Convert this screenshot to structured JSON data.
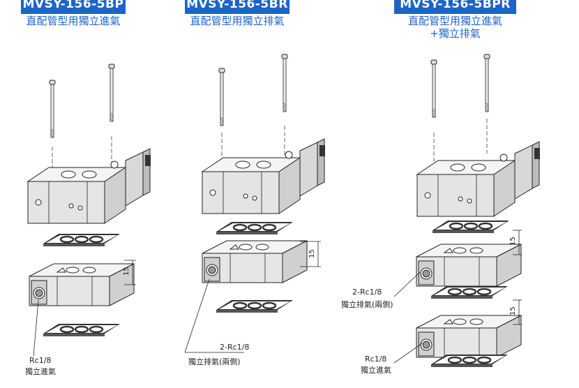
{
  "panels": [
    {
      "model": "MVSY-156-5BP",
      "subtitle_lines": [
        "直配管型用獨立進氣"
      ],
      "dimension": "15",
      "callouts": [
        {
          "code": "Rc1/8",
          "label": "獨立進氣"
        }
      ]
    },
    {
      "model": "MVSY-156-5BR",
      "subtitle_lines": [
        "直配管型用獨立排氣"
      ],
      "dimension": "15",
      "callouts": [
        {
          "code": "2-Rc1/8",
          "label": "獨立排氣(兩側)"
        }
      ]
    },
    {
      "model": "MVSY-156-5BPR",
      "subtitle_lines": [
        "直配管型用獨立進氣",
        "+獨立排氣"
      ],
      "dimension": "15",
      "dimension_2": "15",
      "callouts": [
        {
          "code": "2-Rc1/8",
          "label": "獨立排氣(兩側)"
        },
        {
          "code": "Rc1/8",
          "label": "獨立進氣"
        }
      ]
    }
  ],
  "colors": {
    "badge": "#1e64c8",
    "subtitle": "#1e64c8",
    "line": "#222222",
    "face_top": "#f4f4f4",
    "face_front": "#e2e2e2",
    "face_side": "#cfcfcf"
  }
}
